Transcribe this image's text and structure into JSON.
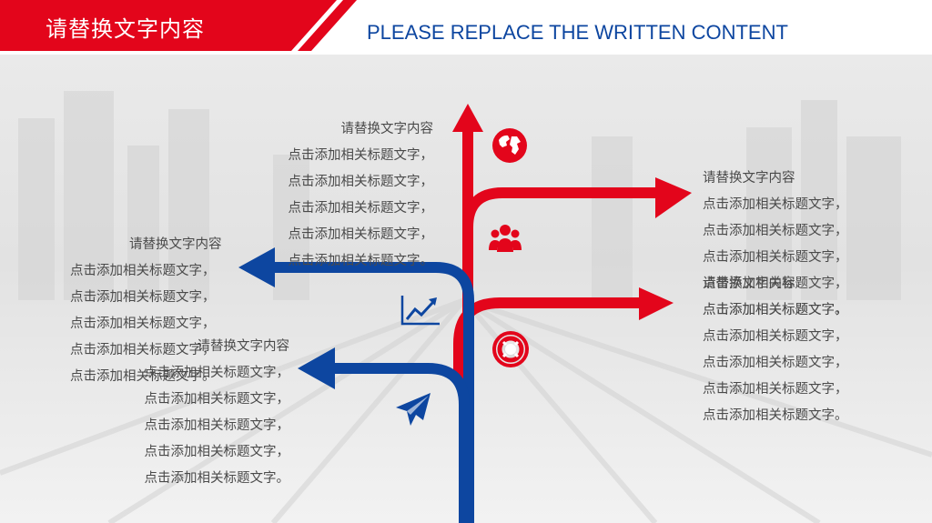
{
  "header": {
    "title_cn": "请替换文字内容",
    "title_en": "PLEASE REPLACE THE WRITTEN CONTENT"
  },
  "colors": {
    "red": "#e3051b",
    "blue": "#0d46a0",
    "text": "#4a4a4a"
  },
  "icons": [
    "globe-icon",
    "people-icon",
    "trend-chart-icon",
    "lifebuoy-icon",
    "paper-plane-icon"
  ],
  "blocks": {
    "top_center": {
      "heading": "请替换文字内容",
      "lines": [
        "点击添加相关标题文字，",
        "点击添加相关标题文字，",
        "点击添加相关标题文字，",
        "点击添加相关标题文字，",
        "点击添加相关标题文字。"
      ]
    },
    "right_upper": {
      "heading": "请替换文字内容",
      "lines": [
        "点击添加相关标题文字，",
        "点击添加相关标题文字，",
        "点击添加相关标题文字，",
        "点击添加相关标题文字，",
        "点击添加相关标题文字。"
      ]
    },
    "right_lower": {
      "heading": "请替换文字内容",
      "lines": [
        "点击添加相关标题文字，",
        "点击添加相关标题文字，",
        "点击添加相关标题文字，",
        "点击添加相关标题文字，",
        "点击添加相关标题文字。"
      ]
    },
    "left_upper": {
      "heading": "请替换文字内容",
      "lines": [
        "点击添加相关标题文字，",
        "点击添加相关标题文字，",
        "点击添加相关标题文字，",
        "点击添加相关标题文字，",
        "点击添加相关标题文字。"
      ]
    },
    "left_lower": {
      "heading": "请替换文字内容",
      "lines": [
        "点击添加相关标题文字，",
        "点击添加相关标题文字，",
        "点击添加相关标题文字，",
        "点击添加相关标题文字，",
        "点击添加相关标题文字。"
      ]
    }
  }
}
